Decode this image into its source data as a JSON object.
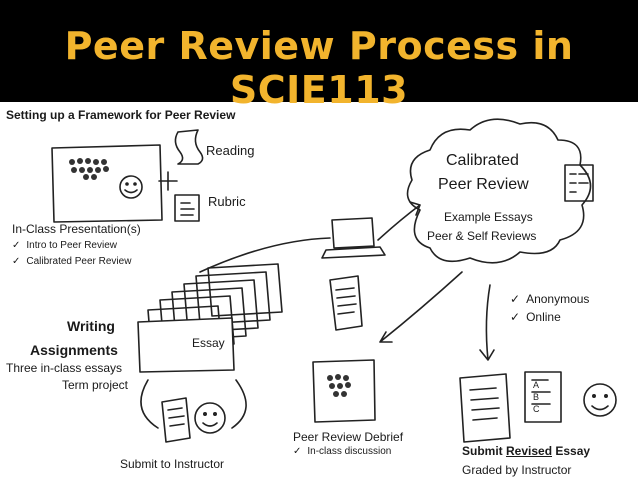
{
  "title": "Peer Review Process in SCIE113",
  "colors": {
    "title_bar": "#000000",
    "title_text": "#f2b42d"
  },
  "framework": {
    "heading": "Setting up a Framework for Peer Review",
    "reading": "Reading",
    "rubric": "Rubric",
    "presentation": "In-Class Presentation(s)",
    "bullets": [
      "Intro to Peer Review",
      "Calibrated Peer Review"
    ]
  },
  "writing": {
    "title_line1": "Writing",
    "title_line2": "Assignments",
    "item1": "Three in-class essays",
    "item2": "Term project",
    "essay": "Essay"
  },
  "submit_label": "Submit to Instructor",
  "calibrated": {
    "line1": "Calibrated",
    "line2": "Peer Review",
    "sub1": "Example Essays",
    "sub2": "Peer & Self Reviews"
  },
  "options": [
    "Anonymous",
    "Online"
  ],
  "debrief": {
    "title": "Peer Review Debrief",
    "bullet": "In-class discussion"
  },
  "revised": {
    "prefix": "Submit ",
    "underlined": "Revised",
    "suffix": " Essay",
    "line2": "Graded by Instructor"
  },
  "check_glyph": "✓",
  "rubric_doc": {
    "a": "A",
    "b": "B",
    "c": "C"
  }
}
